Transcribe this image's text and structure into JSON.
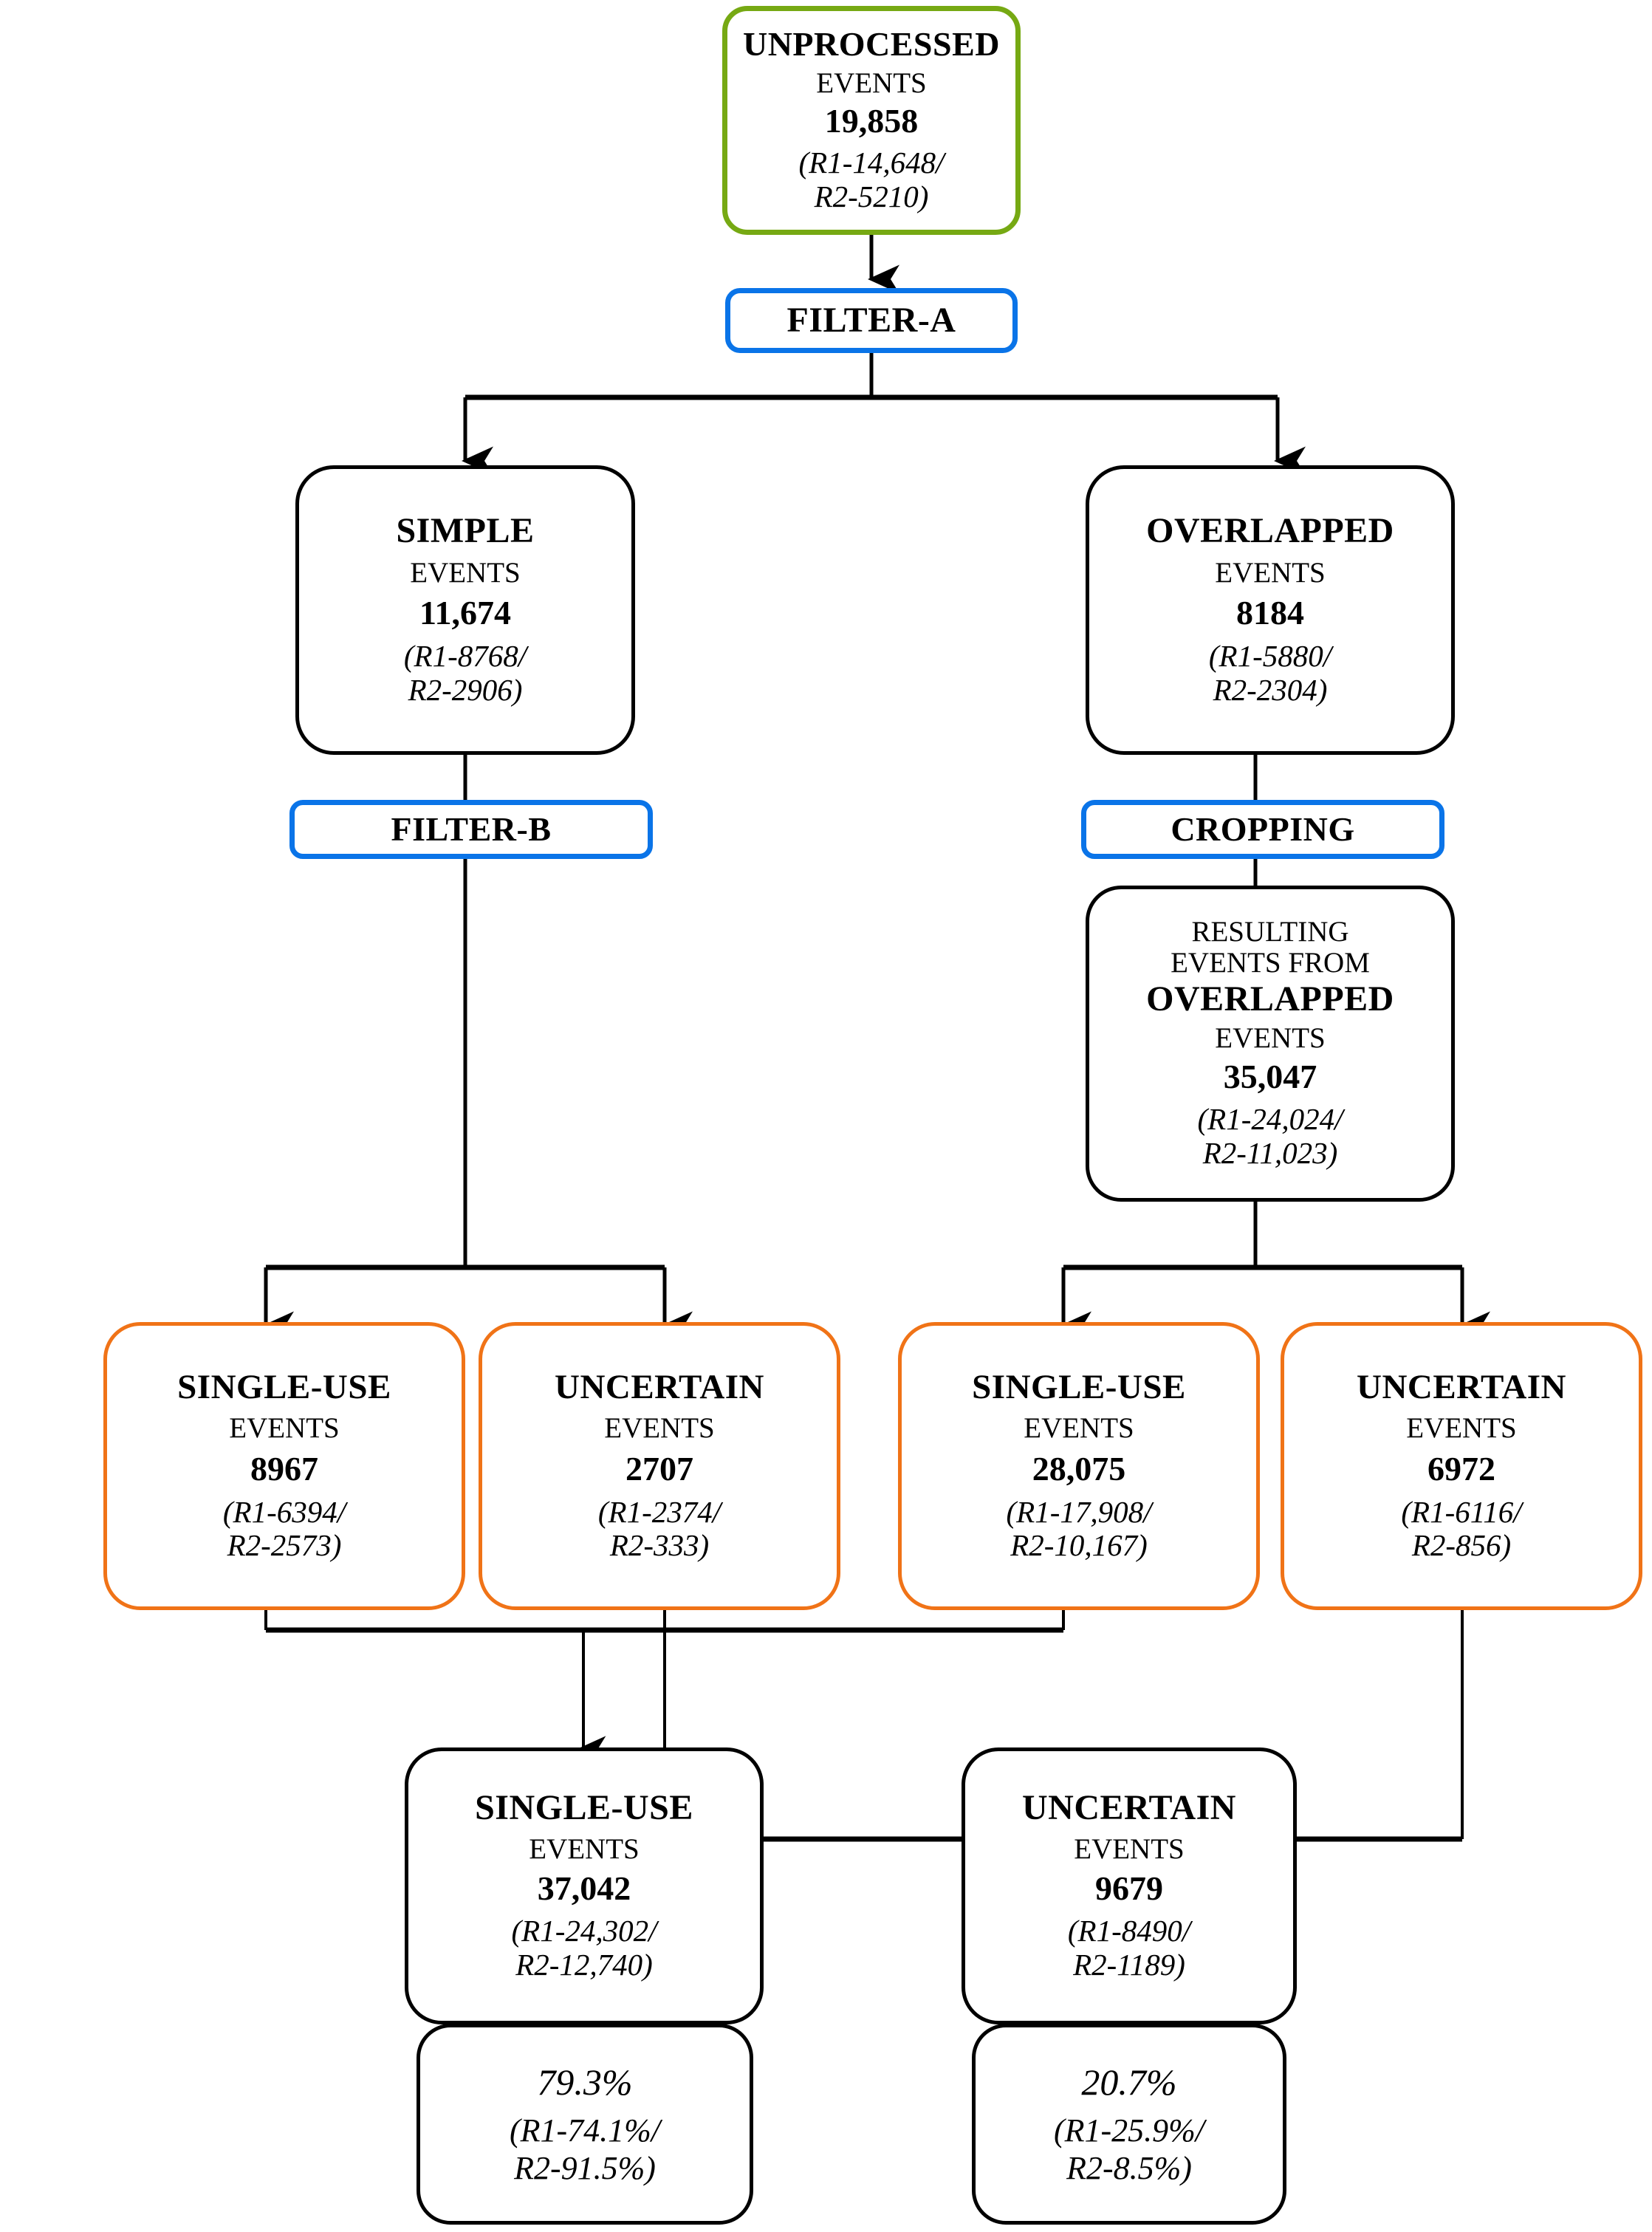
{
  "diagram": {
    "title": "Event processing flowchart",
    "colors": {
      "green": "#76a913",
      "blue": "#0a74e8",
      "orange": "#f07317",
      "black": "#000000"
    },
    "nodes": {
      "unprocessed": {
        "head": "UNPROCESSED",
        "sub": "EVENTS",
        "num": "19,858",
        "par1": "(R1-14,648/",
        "par2": "R2-5210)"
      },
      "filter_a": {
        "label": "FILTER-A"
      },
      "simple": {
        "head": "SIMPLE",
        "sub": "EVENTS",
        "num": "11,674",
        "par1": "(R1-8768/",
        "par2": "R2-2906)"
      },
      "overlapped": {
        "head": "OVERLAPPED",
        "sub": "EVENTS",
        "num": "8184",
        "par1": "(R1-5880/",
        "par2": "R2-2304)"
      },
      "filter_b": {
        "label": "FILTER-B"
      },
      "cropping": {
        "label": "CROPPING"
      },
      "resulting": {
        "line1": "RESULTING",
        "line2": "EVENTS FROM",
        "head": "OVERLAPPED",
        "sub": "EVENTS",
        "num": "35,047",
        "par1": "(R1-24,024/",
        "par2": "R2-11,023)"
      },
      "simple_single_use": {
        "head": "SINGLE-USE",
        "sub": "EVENTS",
        "num": "8967",
        "par1": "(R1-6394/",
        "par2": "R2-2573)"
      },
      "simple_uncertain": {
        "head": "UNCERTAIN",
        "sub": "EVENTS",
        "num": "2707",
        "par1": "(R1-2374/",
        "par2": "R2-333)"
      },
      "cropped_single_use": {
        "head": "SINGLE-USE",
        "sub": "EVENTS",
        "num": "28,075",
        "par1": "(R1-17,908/",
        "par2": "R2-10,167)"
      },
      "cropped_uncertain": {
        "head": "UNCERTAIN",
        "sub": "EVENTS",
        "num": "6972",
        "par1": "(R1-6116/",
        "par2": "R2-856)"
      },
      "total_single_use": {
        "head": "SINGLE-USE",
        "sub": "EVENTS",
        "num": "37,042",
        "par1": "(R1-24,302/",
        "par2": "R2-12,740)"
      },
      "total_uncertain": {
        "head": "UNCERTAIN",
        "sub": "EVENTS",
        "num": "9679",
        "par1": "(R1-8490/",
        "par2": "R2-1189)"
      },
      "pct_single_use": {
        "pct": "79.3%",
        "par1": "(R1-74.1%/",
        "par2": "R2-91.5%)"
      },
      "pct_uncertain": {
        "pct": "20.7%",
        "par1": "(R1-25.9%/",
        "par2": "R2-8.5%)"
      }
    }
  }
}
